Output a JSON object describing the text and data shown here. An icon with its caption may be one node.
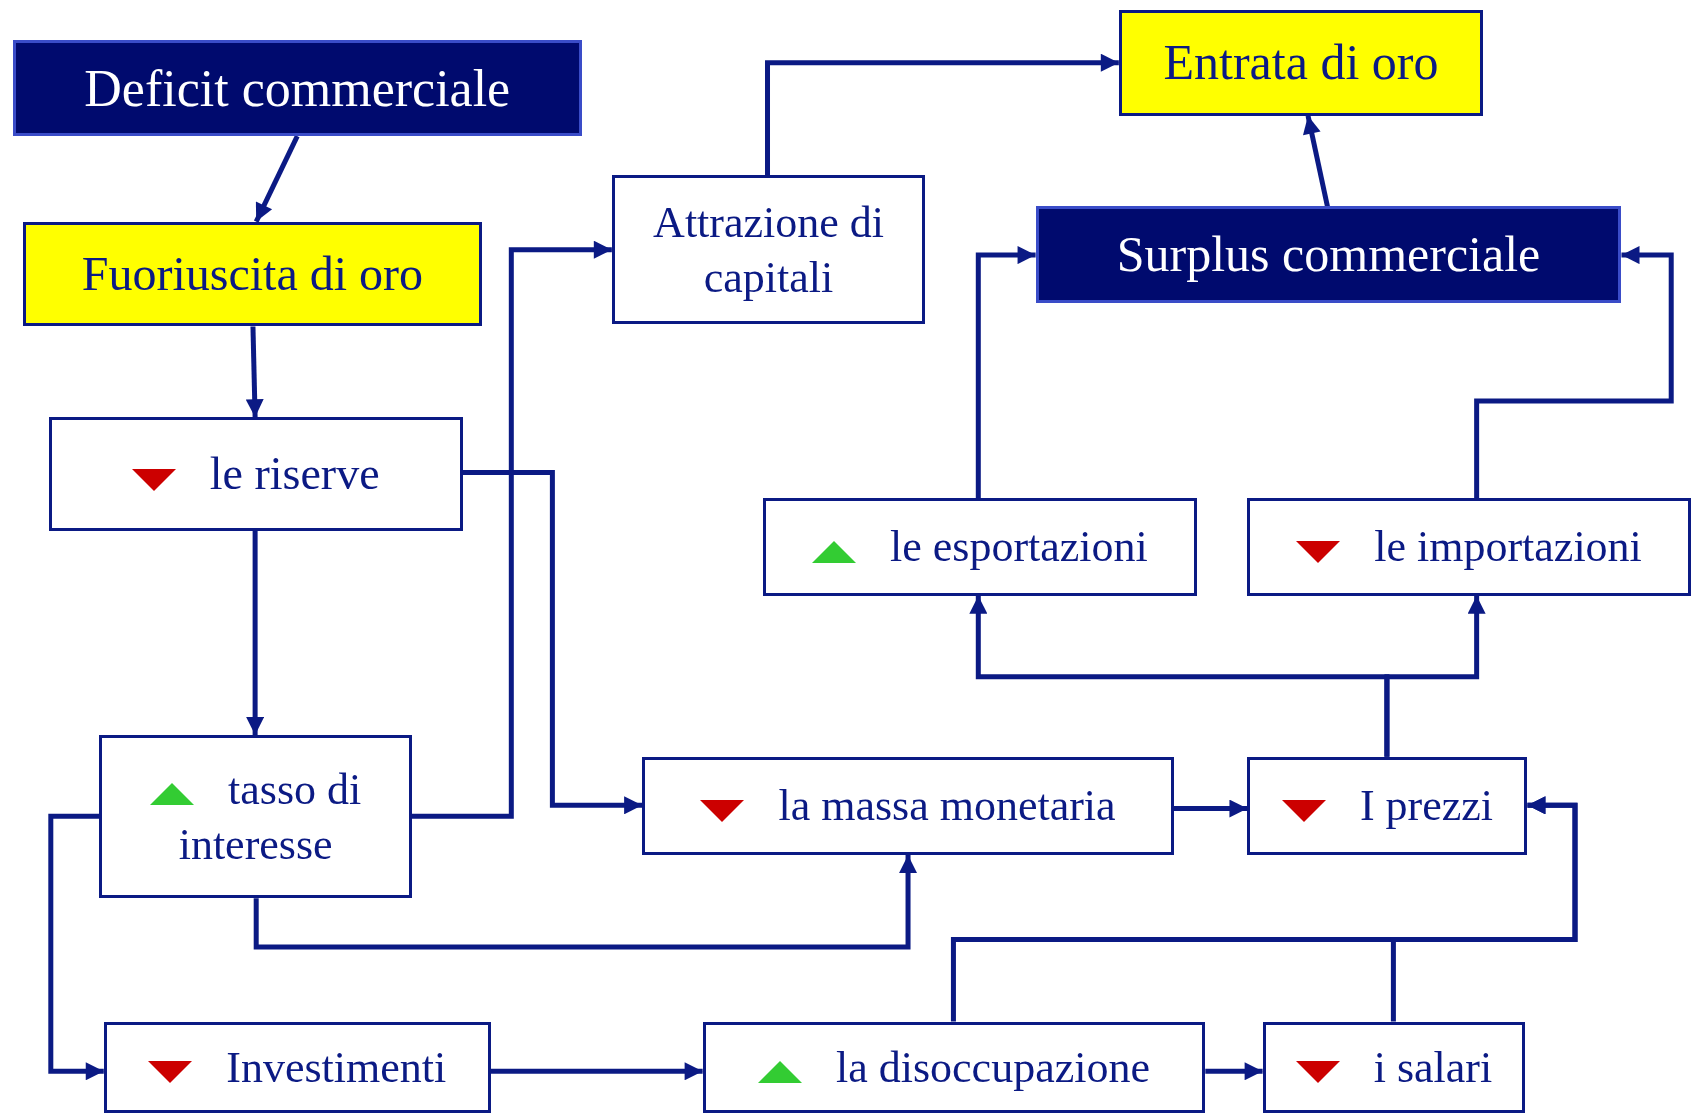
{
  "diagram": {
    "nodes": [
      {
        "text": [
          "Deficit commerciale"
        ]
      },
      {
        "text": [
          "Fuoriuscita di oro"
        ]
      },
      {
        "text": [
          "le riserve"
        ]
      },
      {
        "text": [
          "tasso di interesse"
        ]
      },
      {
        "text": [
          "Attrazione di capitali"
        ]
      },
      {
        "text": [
          "Entrata di oro"
        ]
      },
      {
        "text": [
          "Surplus commerciale"
        ]
      },
      {
        "text": [
          "le esportazioni"
        ]
      },
      {
        "text": [
          "le importazioni"
        ]
      },
      {
        "text": [
          "la massa monetaria"
        ]
      },
      {
        "text": [
          "I prezzi"
        ]
      },
      {
        "text": [
          "Investimenti"
        ]
      },
      {
        "text": [
          "la disoccupazione"
        ]
      },
      {
        "text": [
          "i salari"
        ]
      }
    ],
    "edges": [
      {
        "from": 0,
        "to": 1,
        "arrow": "to"
      },
      {
        "from": 1,
        "to": 2,
        "arrow": "to"
      },
      {
        "from": 2,
        "to": 3,
        "arrow": "to"
      },
      {
        "from": 2,
        "to": 9,
        "arrow": "to"
      },
      {
        "from": 3,
        "to": 4,
        "arrow": "to"
      },
      {
        "from": 3,
        "to": 9,
        "arrow": "to"
      },
      {
        "from": 3,
        "to": 11,
        "arrow": "to"
      },
      {
        "from": 4,
        "to": 5,
        "arrow": "to"
      },
      {
        "from": 6,
        "to": 5,
        "arrow": "to"
      },
      {
        "from": 7,
        "to": 6,
        "arrow": "to"
      },
      {
        "from": 8,
        "to": 6,
        "arrow": "to"
      },
      {
        "from": 9,
        "to": 10,
        "arrow": "to"
      },
      {
        "from": 10,
        "to": 7,
        "arrow": "to"
      },
      {
        "from": 10,
        "to": 8,
        "arrow": "to"
      },
      {
        "from": 11,
        "to": 12,
        "arrow": "to"
      },
      {
        "from": 12,
        "to": 13,
        "arrow": "to"
      },
      {
        "from": 12,
        "to": 10,
        "arrow": "to"
      },
      {
        "from": 13,
        "to": 10,
        "arrow": "to"
      }
    ]
  }
}
